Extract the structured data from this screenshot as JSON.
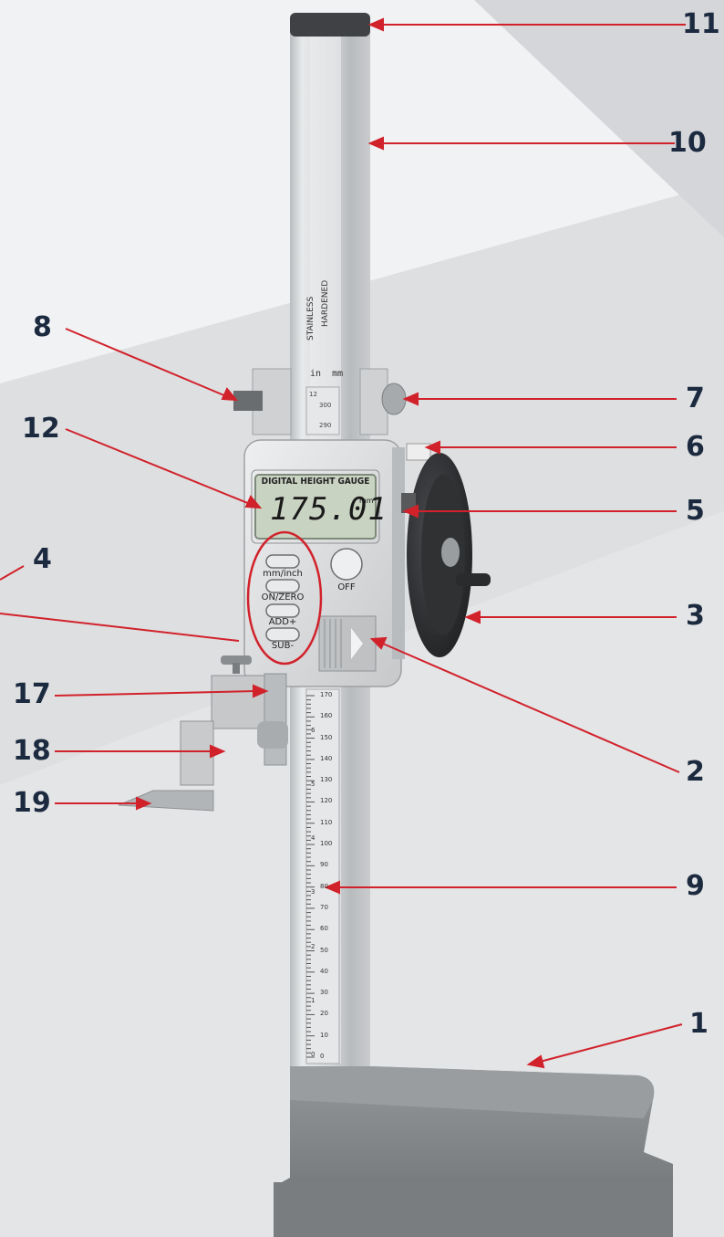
{
  "colors": {
    "label": "#1c2a40",
    "callout_line": "#d1222b",
    "highlight_ring": "#d1222b",
    "lcd": "#c9d3c2",
    "body_metal": "#d8dadc",
    "base_cast": "#7e8184"
  },
  "gauge": {
    "column_text_1": "STAINLESS",
    "column_text_2": "HARDENED",
    "units_text": "in  mm",
    "top_scale_numbers": [
      "12",
      "300",
      "290"
    ],
    "lcd_title": "DIGITAL HEIGHT GAUGE",
    "lcd_reading": "175.01",
    "lcd_unit": "mm",
    "buttons": {
      "mm_inch": "mm/inch",
      "on_zero": "ON/ZERO",
      "add": "ADD+",
      "sub": "SUB-",
      "off": "OFF"
    },
    "scale_mm": [
      "170",
      "160",
      "150",
      "140",
      "130",
      "120",
      "110",
      "100",
      "90",
      "80",
      "70",
      "60",
      "50",
      "40",
      "30",
      "20",
      "10",
      "0"
    ],
    "scale_in": [
      "6",
      "5",
      "4",
      "3",
      "2",
      "1",
      "0"
    ]
  },
  "callouts": [
    {
      "id": "11"
    },
    {
      "id": "10"
    },
    {
      "id": "8"
    },
    {
      "id": "7"
    },
    {
      "id": "12"
    },
    {
      "id": "6"
    },
    {
      "id": "5"
    },
    {
      "id": "4"
    },
    {
      "id": "3"
    },
    {
      "id": "17"
    },
    {
      "id": "18"
    },
    {
      "id": "19"
    },
    {
      "id": "2"
    },
    {
      "id": "9"
    },
    {
      "id": "1"
    }
  ]
}
